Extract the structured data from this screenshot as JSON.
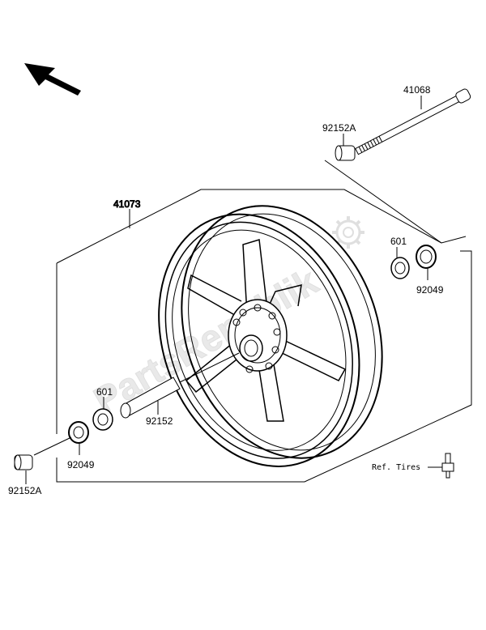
{
  "diagram": {
    "watermark": "PartsRepublik",
    "labels": {
      "axle": "41068",
      "collar_top": "92152A",
      "wheel": "41073",
      "bearing_right": "601",
      "seal_right": "92049",
      "bearing_left": "601",
      "spacer": "92152",
      "seal_left": "92049",
      "collar_bottom": "92152A",
      "ref_tires": "Ref. Tires"
    },
    "icons": [
      "direction-arrow-icon",
      "gear-icon",
      "tire-valve-icon"
    ]
  }
}
